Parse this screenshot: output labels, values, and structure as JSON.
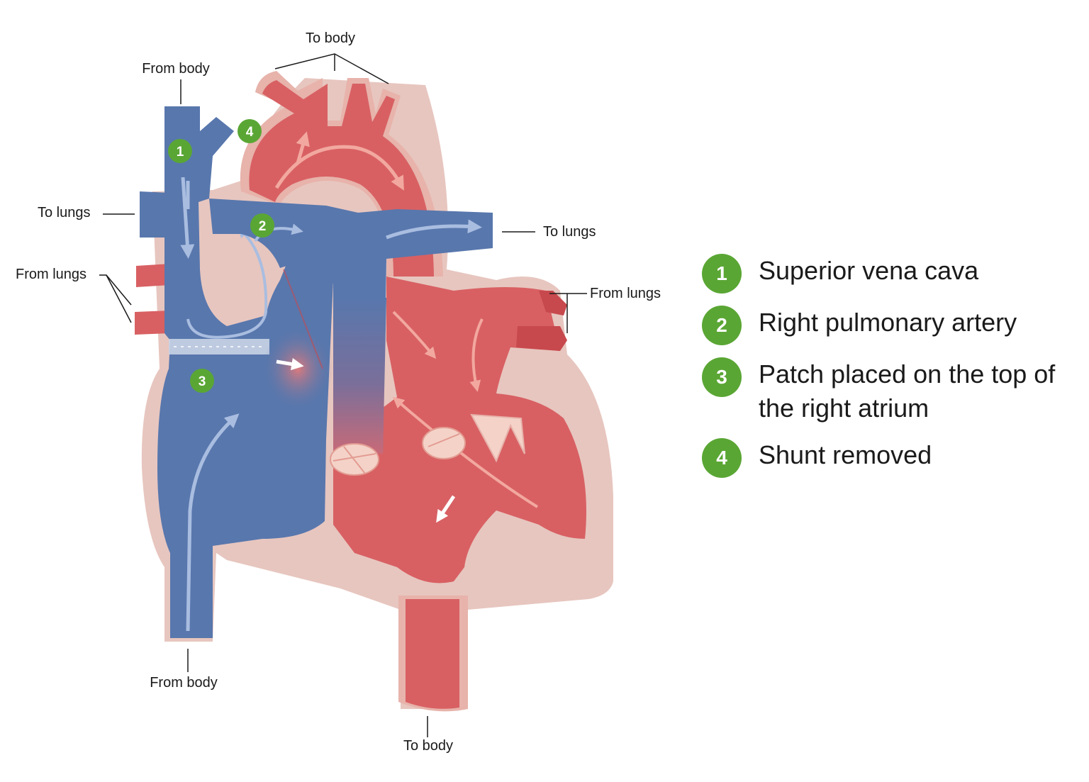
{
  "colors": {
    "badge": "#5aa634",
    "oxygenated": "#d86063",
    "deoxygenated": "#5877ad",
    "tissue": "#e7c6bf",
    "outline": "#1a1a1a"
  },
  "labels": {
    "to_body_top": "To body",
    "from_body_top": "From body",
    "to_lungs_left": "To lungs",
    "from_lungs_left": "From lungs",
    "to_lungs_right": "To lungs",
    "from_lungs_right": "From lungs",
    "from_body_bottom": "From body",
    "to_body_bottom": "To body"
  },
  "badges": {
    "b1": "1",
    "b2": "2",
    "b3": "3",
    "b4": "4"
  },
  "legend": [
    {
      "number": "1",
      "text": "Superior vena cava"
    },
    {
      "number": "2",
      "text": "Right pulmonary artery"
    },
    {
      "number": "3",
      "text": "Patch placed on the top of the right atrium"
    },
    {
      "number": "4",
      "text": "Shunt removed"
    }
  ]
}
